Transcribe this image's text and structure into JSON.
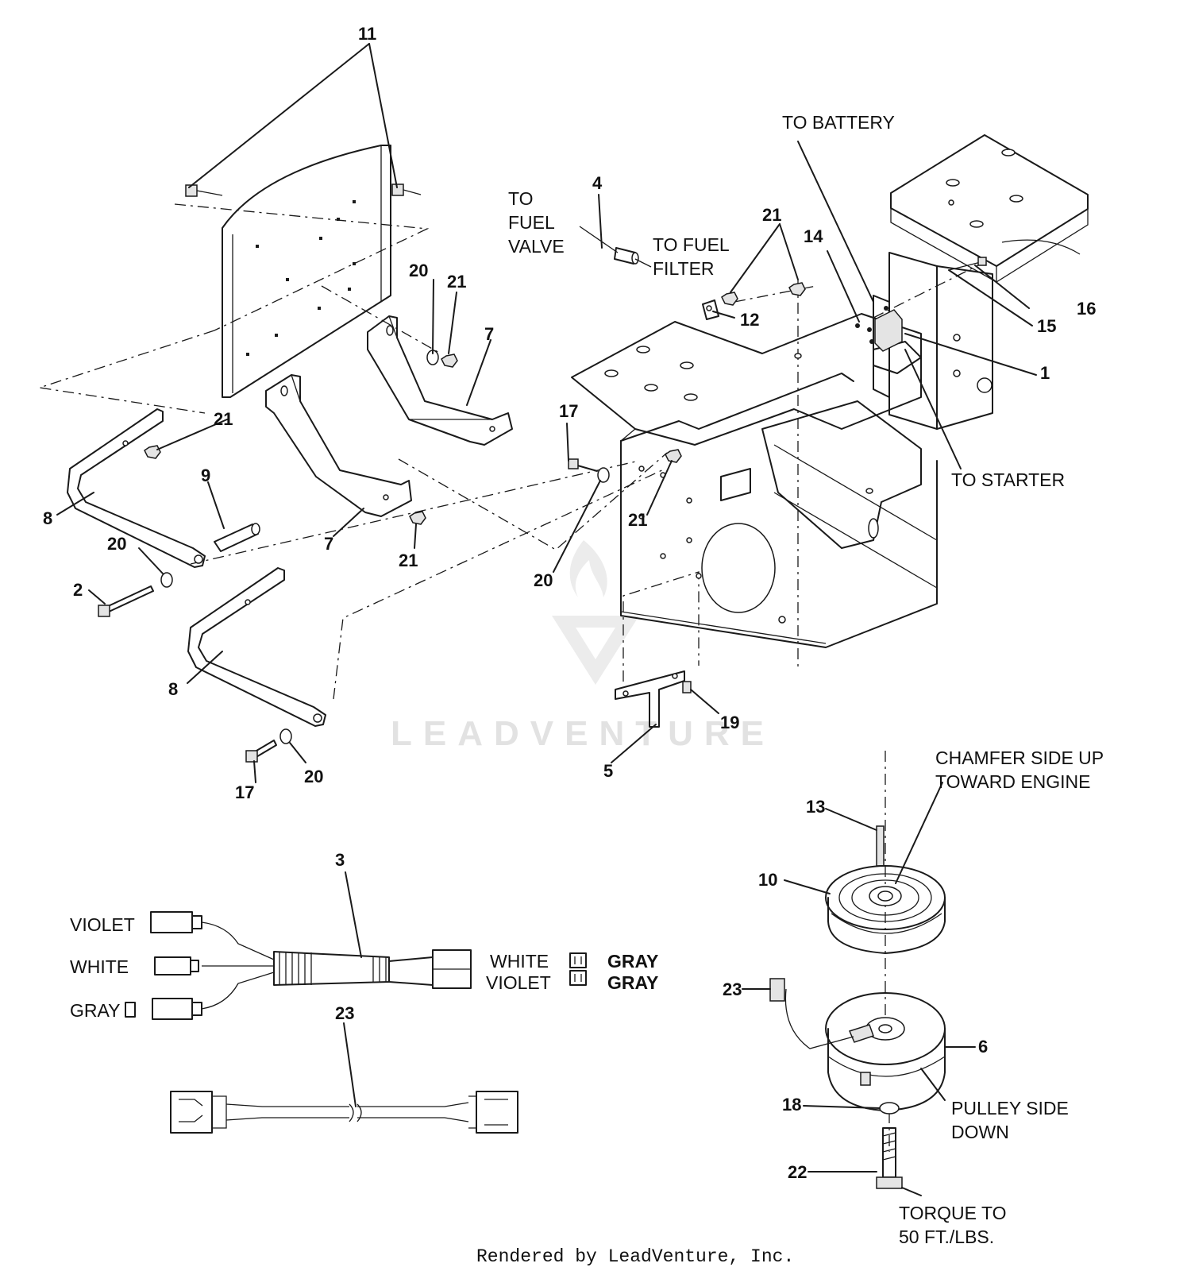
{
  "callouts": {
    "c1": "1",
    "c2": "2",
    "c3": "3",
    "c4": "4",
    "c5": "5",
    "c6": "6",
    "c7a": "7",
    "c7b": "7",
    "c8a": "8",
    "c8b": "8",
    "c9": "9",
    "c10": "10",
    "c11": "11",
    "c12": "12",
    "c13": "13",
    "c14": "14",
    "c15": "15",
    "c16": "16",
    "c17a": "17",
    "c17b": "17",
    "c18": "18",
    "c19": "19",
    "c20a": "20",
    "c20b": "20",
    "c20c": "20",
    "c20d": "20",
    "c21a": "21",
    "c21b": "21",
    "c21c": "21",
    "c21d": "21",
    "c21e": "21",
    "c22": "22",
    "c23a": "23",
    "c23b": "23"
  },
  "notes": {
    "to_battery": "TO BATTERY",
    "to_starter": "TO STARTER",
    "to_fuel_valve": [
      "TO",
      "FUEL",
      "VALVE"
    ],
    "to_fuel_filter": [
      "TO FUEL",
      "FILTER"
    ],
    "chamfer": [
      "CHAMFER SIDE UP",
      "TOWARD ENGINE"
    ],
    "pulley_side": [
      "PULLEY SIDE",
      "DOWN"
    ],
    "torque": [
      "TORQUE TO",
      "50 FT./LBS."
    ]
  },
  "wiring": {
    "left": [
      "VIOLET",
      "WHITE",
      "GRAY"
    ],
    "right_names": [
      "WHITE",
      "VIOLET"
    ],
    "right_colors": [
      "GRAY",
      "GRAY"
    ]
  },
  "watermark": "LEADVENTURE",
  "footer": "Rendered by LeadVenture, Inc."
}
